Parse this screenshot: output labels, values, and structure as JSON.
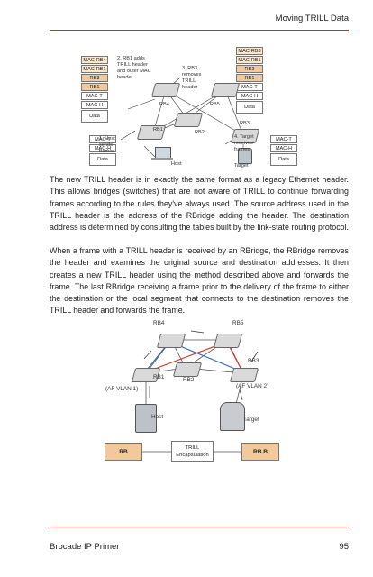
{
  "header": {
    "title": "Moving TRILL Data"
  },
  "figure1": {
    "stack_left": [
      "MAC-RB4",
      "MAC-RB1",
      "RB3",
      "RB1",
      "MAC-T",
      "MAC-H",
      "Data"
    ],
    "stack_mid": [
      "MAC-T",
      "MAC-H",
      "Data"
    ],
    "stack_right_top": [
      "MAC-RB3",
      "MAC-RB1",
      "RB3",
      "RB1",
      "MAC-T",
      "MAC-H",
      "Data"
    ],
    "stack_right_bottom": [
      "MAC-T",
      "MAC-H",
      "Data"
    ],
    "step1": "1. Host sends frames",
    "step2": "2. RB1 adds TRILL header and outer MAC header",
    "step3": "3. RB3 removes TRILL header",
    "step4": "4. Target receives frames",
    "nodes": {
      "rb1": "RB1",
      "rb2": "RB2",
      "rb3": "RB3",
      "rb4": "RB4",
      "rb5": "RB5",
      "host": "Host",
      "target": "Target"
    }
  },
  "paragraphs": {
    "p1": "The new TRILL header is in exactly the same format as a legacy Ethernet header. This allows bridges (switches) that are not aware of TRILL to continue forwarding frames according to the rules they've always used. The source address used in the TRILL header is the address of the RBridge adding the header. The destination address is determined by consulting the tables built by the link-state routing protocol.",
    "p2": "When a frame with a TRILL header is received by an RBridge, the RBridge removes the header and examines the original source and destination addresses. It then creates a new TRILL header using the method described above and forwards the frame. The last RBridge receiving a frame prior to the delivery of the frame to either the destination or the local segment that connects to the destination removes the TRILL header and forwards the frame."
  },
  "figure2": {
    "nodes": {
      "rb4": "RB4",
      "rb5": "RB5",
      "rb1": "RB1",
      "rb2": "RB2",
      "rb3": "RB3",
      "host": "Host",
      "target": "Target"
    },
    "vlan_left": "(AF VLAN 1)",
    "vlan_right": "(AF VLAN 2)",
    "legend": {
      "rb": "RB",
      "encap": "TRILL Encapsulation",
      "rbb": "RB B"
    }
  },
  "footer": {
    "left": "Brocade IP Primer",
    "page": "95"
  },
  "colors": {
    "rule": "#c0392b",
    "box_fill": "#f2c99c",
    "box_fill_light": "#fbe6c8",
    "trill_line": "#d23a2c",
    "blue_line": "#3a6fb0"
  }
}
